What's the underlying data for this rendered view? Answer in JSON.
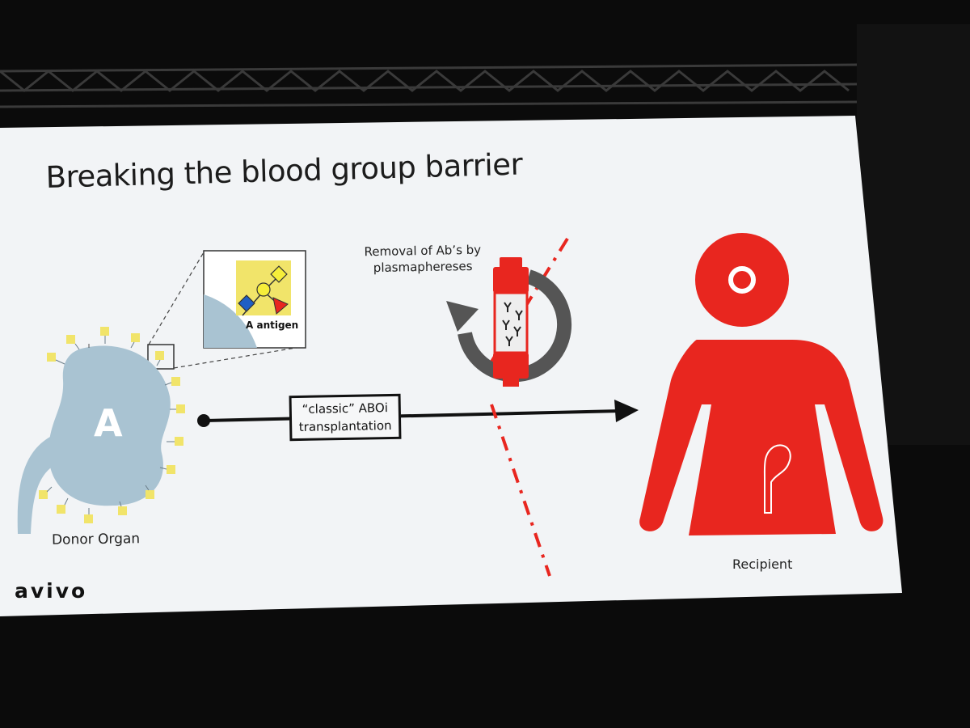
{
  "slide": {
    "title": "Breaking the blood group barrier",
    "removal_label": "Removal of Ab’s by plasmaphereses",
    "transplant_line1": "“classic” ABOi",
    "transplant_line2": "transplantation",
    "antigen_label": "A antigen",
    "organ_letter": "A",
    "donor_label": "Donor Organ",
    "recipient_label": "Recipient",
    "logo": "avivo"
  },
  "colors": {
    "background": "#0b0b0b",
    "screen": "#f2f4f6",
    "recipient_red": "#e8261f",
    "kidney_blue": "#a9c3d2",
    "antigen_yellow": "#f1e46a",
    "arrow": "#111111",
    "cycle_gray": "#555555"
  },
  "icons": {
    "recipient": "person-silhouette",
    "organ": "kidney-icon",
    "column": "plasmapheresis-column-icon",
    "cycle": "circular-arrow-icon",
    "antigen": "glycan-antigen-icon"
  }
}
